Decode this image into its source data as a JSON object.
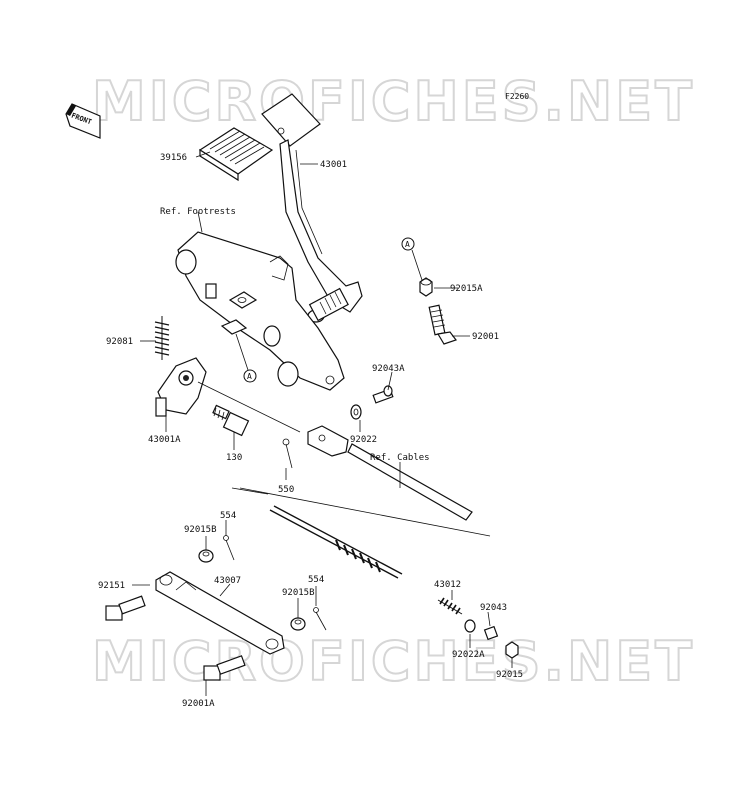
{
  "figure": {
    "code": "F2260",
    "front_label": "FRONT",
    "watermark": "MICROFICHES.NET"
  },
  "callouts": {
    "p39156": "39156",
    "p43001": "43001",
    "ref_footrests": "Ref. Footrests",
    "marker_a_top": "A",
    "p92015a": "92015A",
    "p92001": "92001",
    "p92081": "92081",
    "marker_a_mid": "A",
    "p92043a": "92043A",
    "p43001a": "43001A",
    "p130": "130",
    "p92022": "92022",
    "ref_cables": "Ref. Cables",
    "p550": "550",
    "p554_left": "554",
    "p92015b_left": "92015B",
    "p92151": "92151",
    "p43007": "43007",
    "p554_right": "554",
    "p92015b_right": "92015B",
    "p43012": "43012",
    "p92043": "92043",
    "p92022a": "92022A",
    "p92015": "92015",
    "p92001a": "92001A"
  }
}
